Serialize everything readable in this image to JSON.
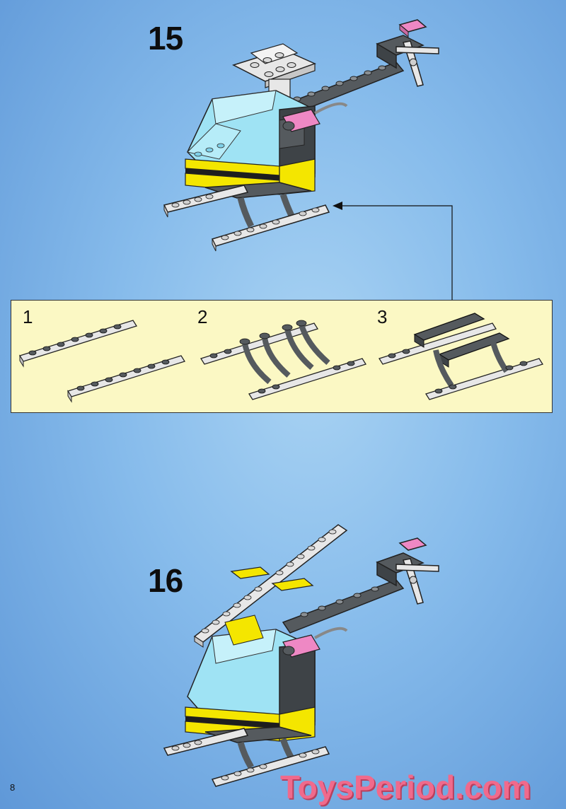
{
  "steps": [
    {
      "number": "15"
    },
    {
      "number": "16"
    }
  ],
  "substeps": [
    "1",
    "2",
    "3"
  ],
  "page_number": "8",
  "watermark": "ToysPeriod.com",
  "colors": {
    "background": "#86bbeb",
    "panel": "#fbf8c4",
    "yellow": "#f4e600",
    "dark_gray": "#555a5e",
    "light_gray": "#e7e7e7",
    "trans_blue": "#9fe3f4",
    "pink": "#ee88c4",
    "watermark": "#f06a8c"
  }
}
